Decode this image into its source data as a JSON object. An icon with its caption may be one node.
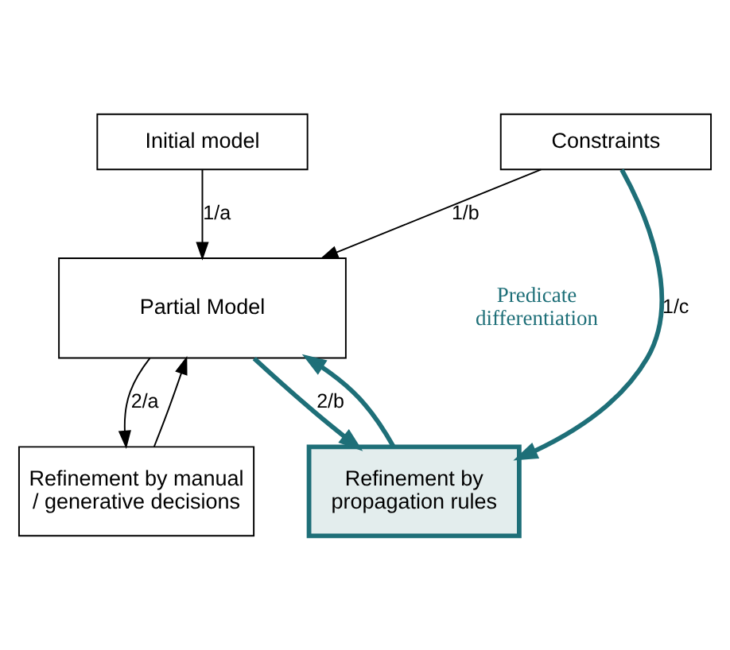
{
  "diagram": {
    "nodes": [
      {
        "text": [
          "Initial model"
        ]
      },
      {
        "text": [
          "Constraints"
        ]
      },
      {
        "text": [
          "Partial Model"
        ]
      },
      {
        "text": [
          "Refinement by manual / generative decisions"
        ]
      },
      {
        "text": [
          "Refinement by propagation rules"
        ]
      }
    ],
    "edges": [
      {
        "from": 0,
        "to": 2,
        "arrow": "to",
        "label": "1/a"
      },
      {
        "from": 1,
        "to": 2,
        "arrow": "to",
        "label": "1/b"
      },
      {
        "from": 1,
        "to": 4,
        "arrow": "to",
        "label": "1/c",
        "style": "thick",
        "color": "#1e6f78"
      },
      {
        "from": 2,
        "to": 3,
        "arrow": "to",
        "label": "2/a"
      },
      {
        "from": 3,
        "to": 2,
        "arrow": "to"
      },
      {
        "from": 2,
        "to": 4,
        "arrow": "to",
        "label": "2/b",
        "style": "thick",
        "color": "#1e6f78"
      },
      {
        "from": 4,
        "to": 2,
        "arrow": "to",
        "style": "thick",
        "color": "#1e6f78"
      }
    ],
    "labels": [
      "Predicate differentiation"
    ]
  }
}
